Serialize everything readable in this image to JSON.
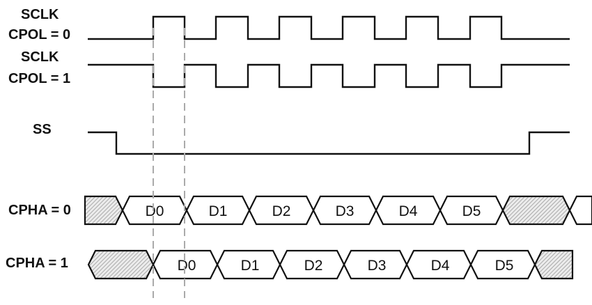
{
  "signals": {
    "sclk_cpol0": {
      "line1": "SCLK",
      "line2": "CPOL = 0"
    },
    "sclk_cpol1": {
      "line1": "SCLK",
      "line2": "CPOL = 1"
    },
    "ss": "SS",
    "cpha0": "CPHA = 0",
    "cpha1": "CPHA = 1"
  },
  "data_cells": [
    "D0",
    "D1",
    "D2",
    "D3",
    "D4",
    "D5"
  ],
  "colors": {
    "line": "#111111",
    "hatch": "#bdbdbd",
    "guide": "#aaaaaa"
  }
}
